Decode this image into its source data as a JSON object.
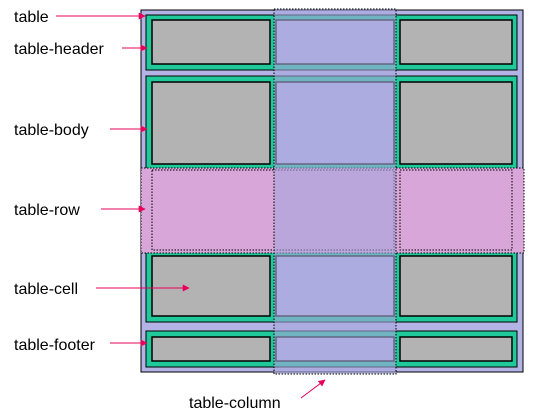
{
  "labels": {
    "table": "table",
    "table_header": "table-header",
    "table_body": "table-body",
    "table_row": "table-row",
    "table_cell": "table-cell",
    "table_footer": "table-footer",
    "table_column": "table-column"
  },
  "colors": {
    "table_bg": "#b3b3e6",
    "group_green": "#1fc99a",
    "cell_gray": "#b3b3b3",
    "column_blue": "#a6a6dc",
    "row_pink": "#d8a6d8",
    "arrow": "#e8005a",
    "outline": "#000000"
  }
}
